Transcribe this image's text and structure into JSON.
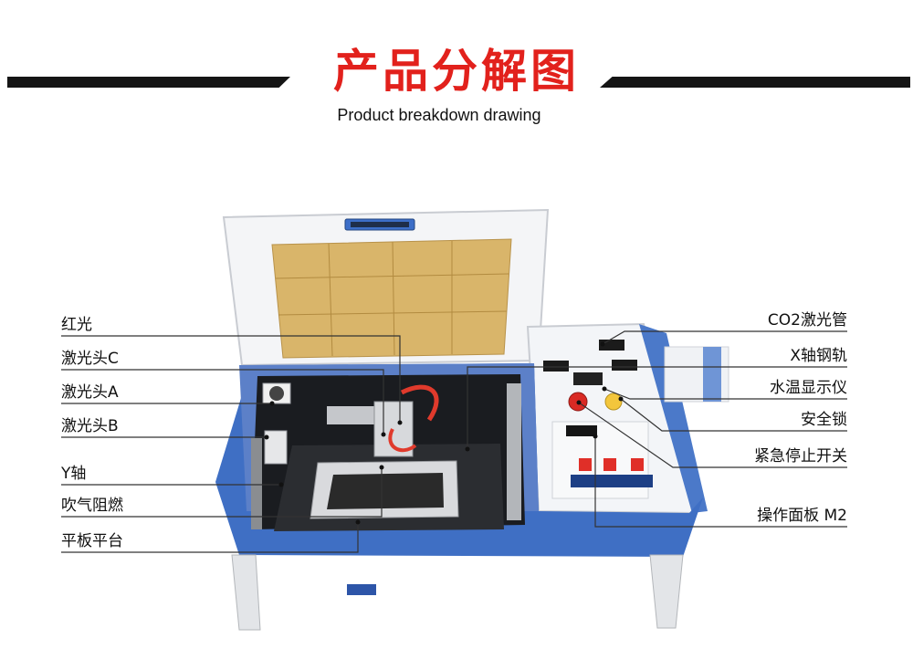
{
  "header": {
    "title": "产品分解图",
    "subtitle": "Product breakdown drawing"
  },
  "labels": {
    "left": [
      "红光",
      "激光头C",
      "激光头A",
      "激光头B",
      "Y轴",
      "吹气阻燃",
      "平板平台"
    ],
    "right": [
      "CO2激光管",
      "X轴钢轨",
      "水温显示仪",
      "安全锁",
      "紧急停止开关",
      "操作面板 M2"
    ]
  },
  "colors": {
    "title_red": "#e2211c",
    "machine_blue": "#3f6fc4",
    "panel_white": "#f3f5f8",
    "lid_window": "#d9b56a",
    "band": "#151515"
  }
}
